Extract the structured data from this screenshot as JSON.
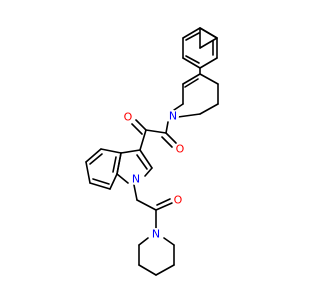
{
  "colors": {
    "background": "#ffffff",
    "bond": "#000000",
    "oxygen": "#ff0000",
    "nitrogen": "#0000ff"
  },
  "atoms": {
    "o_ketone": "O",
    "o_amide_top": "O",
    "n_tetrahydropyridine": "N",
    "n_indole": "N",
    "o_amide_bottom": "O",
    "n_piperidine": "N"
  }
}
